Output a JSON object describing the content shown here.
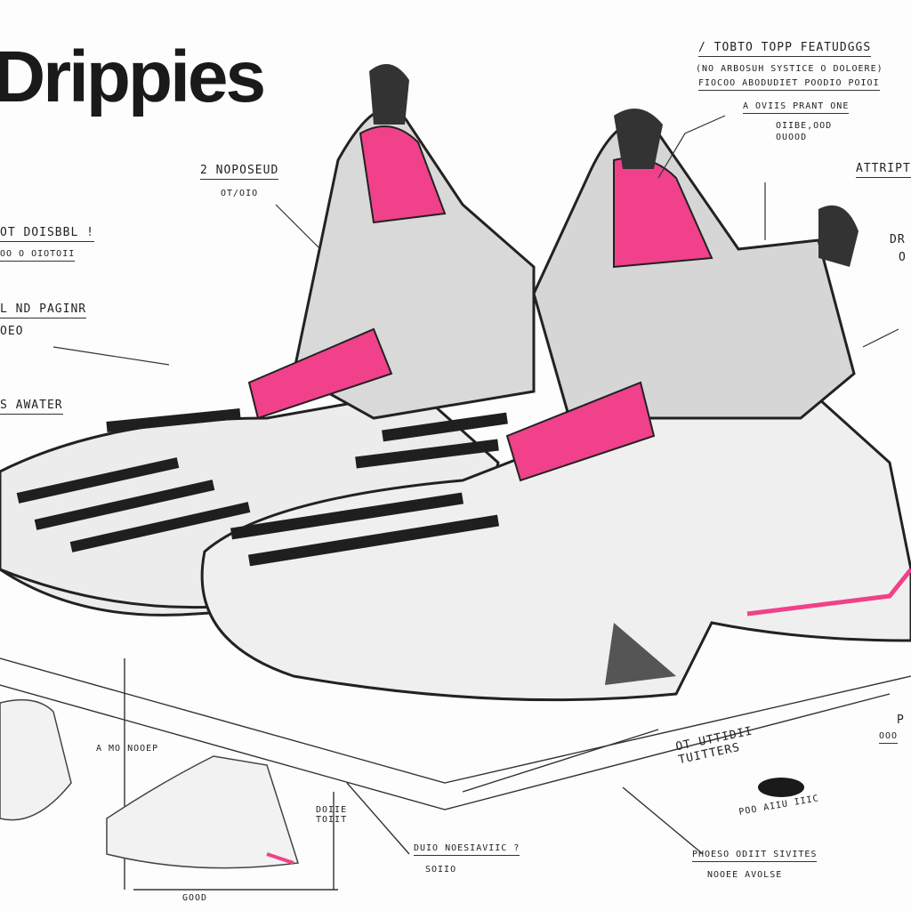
{
  "title": "Drippies",
  "colors": {
    "accent": "#f0418a",
    "ink": "#1f1f1f",
    "sole": "#e6e6e6"
  },
  "annotations": {
    "top_right": {
      "heading": "/ TOBTO TOPP FEATUDGGS",
      "line1": "(NO ARBOSUH SYSTICE O DOLOERE)",
      "line2": "FIOCOO ABODUDIET POODIO POIOI",
      "line3": "A OVIIS PRANT ONE",
      "line4": "OIIBE,OOD",
      "line5": "OUOOD"
    },
    "upper_mid": {
      "heading": "2 NOPOSEUD",
      "sub": "OT/OIO"
    },
    "left_1": {
      "heading": "OT DOISBBL !",
      "sub": "OO O OIOTOII"
    },
    "left_2": {
      "heading": "L ND PAGINR",
      "sub": "OEO"
    },
    "left_3": {
      "heading": "S AWATER"
    },
    "right_1": {
      "heading": "ATTRIPTT"
    },
    "right_2": {
      "heading": "DR",
      "sub": "O"
    },
    "right_3": {
      "heading": "P",
      "sub": "OOO"
    },
    "bottom_left_small": "A MO NOOEP",
    "bottom_dimension": "DOIIE TOIIT",
    "bottom_width": "GOOD",
    "bottom_mid": {
      "heading": "DUIO NOESIAVIIC ?",
      "sub": "SOIIO"
    },
    "bottom_center": {
      "heading": "OT UTTIDII TUITTERS"
    },
    "bottom_dot": "POO AIIU IIIC",
    "bottom_right": {
      "heading": "PHOESO ODIIT SIVITES",
      "sub": "NOOEE AVOLSE"
    }
  }
}
